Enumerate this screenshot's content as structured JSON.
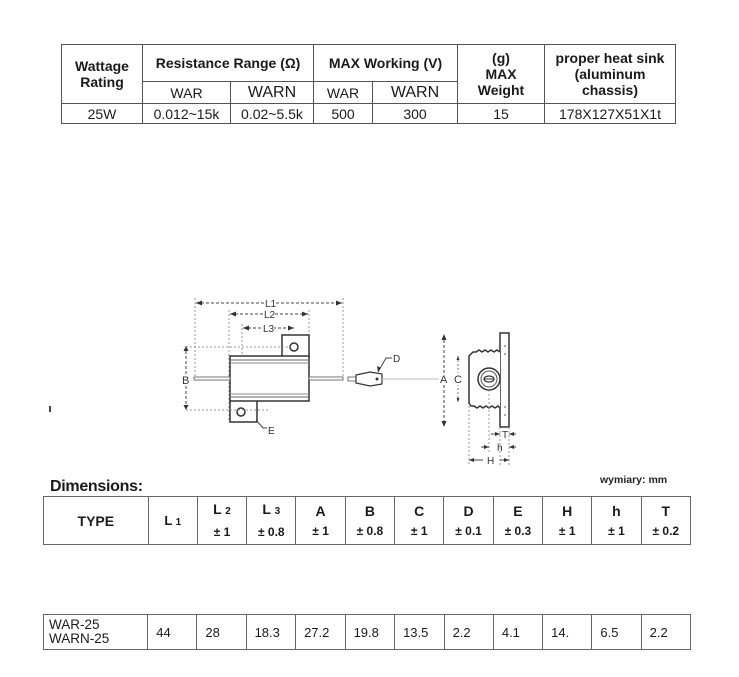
{
  "spec_table": {
    "headers": {
      "wattage": [
        "Wattage",
        "Rating"
      ],
      "resistance": "Resistance Range (Ω)",
      "max_working": "MAX Working (V)",
      "weight": [
        "(g)",
        "MAX",
        "Weight"
      ],
      "heat_sink": [
        "proper heat sink",
        "(aluminum",
        "chassis)"
      ]
    },
    "subheaders": {
      "res_war": "WAR",
      "res_warn": "WARN",
      "volt_war": "WAR",
      "volt_warn": "WARN"
    },
    "row": {
      "wattage": "25W",
      "res_war": "0.012~15k",
      "res_warn": "0.02~5.5k",
      "volt_war": "500",
      "volt_warn": "300",
      "weight": "15",
      "heat_sink": "178X127X51X1t"
    }
  },
  "drawing": {
    "labels": {
      "L1": "L1",
      "L2": "L2",
      "L3": "L3",
      "B": "B",
      "D": "D",
      "E": "E",
      "A": "A",
      "C": "C",
      "T": "T",
      "h": "h",
      "H": "H"
    }
  },
  "dimensions": {
    "title": "Dimensions:",
    "units": "wymiary: mm",
    "columns": [
      {
        "key": "type",
        "symbol": "TYPE",
        "tolerance": ""
      },
      {
        "key": "L1",
        "symbol": "L",
        "sub": "1",
        "tolerance": ""
      },
      {
        "key": "L2",
        "symbol": "L",
        "sub": "2",
        "tolerance": "± 1"
      },
      {
        "key": "L3",
        "symbol": "L",
        "sub": "3",
        "tolerance": "± 0.8"
      },
      {
        "key": "A",
        "symbol": "A",
        "sub": "",
        "tolerance": "± 1"
      },
      {
        "key": "B",
        "symbol": "B",
        "sub": "",
        "tolerance": "± 0.8"
      },
      {
        "key": "C",
        "symbol": "C",
        "sub": "",
        "tolerance": "± 1"
      },
      {
        "key": "D",
        "symbol": "D",
        "sub": "",
        "tolerance": "± 0.1"
      },
      {
        "key": "E",
        "symbol": "E",
        "sub": "",
        "tolerance": "± 0.3"
      },
      {
        "key": "H",
        "symbol": "H",
        "sub": "",
        "tolerance": "± 1"
      },
      {
        "key": "h",
        "symbol": "h",
        "sub": "",
        "tolerance": "± 1"
      },
      {
        "key": "T",
        "symbol": "T",
        "sub": "",
        "tolerance": "± 0.2"
      }
    ],
    "row": {
      "type": [
        "WAR-25",
        "WARN-25"
      ],
      "L1": "44",
      "L2": "28",
      "L3": "18.3",
      "A": "27.2",
      "B": "19.8",
      "C": "13.5",
      "D": "2.2",
      "E": "4.1",
      "H": "14.",
      "h": "6.5",
      "T": "2.2"
    }
  }
}
